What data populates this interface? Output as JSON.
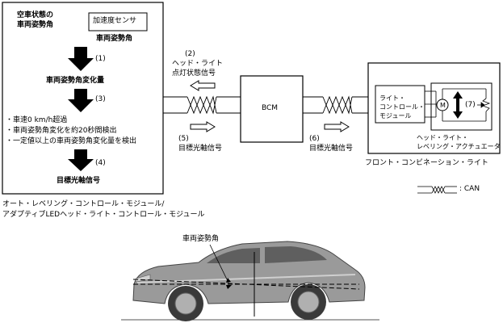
{
  "module": {
    "empty_angle_line1": "空車状態の",
    "empty_angle_line2": "車両姿勢角",
    "sensor_box": "加速度センサ",
    "sensor_caption": "車両姿勢角",
    "step1": "(1)",
    "change_amount": "車両姿勢角変化量",
    "step3": "(3)",
    "cond1": "・車速0 km/h超過",
    "cond2": "・車両姿勢角変化を約20秒間検出",
    "cond3": "・一定値以上の車両姿勢角変化量を検出",
    "step4": "(4)",
    "target_signal": "目標光軸信号",
    "name_line1": "オート・レベリング・コントロール・モジュール/",
    "name_line2": "アダプティブLEDヘッド・ライト・コントロール・モジュール"
  },
  "signals": {
    "s2_num": "(2)",
    "s2_line1": "ヘッド・ライト",
    "s2_line2": "点灯状態信号",
    "s5_num": "(5)",
    "s5_label": "目標光軸信号",
    "s6_num": "(6)",
    "s6_label": "目標光軸信号"
  },
  "bcm": {
    "label": "BCM"
  },
  "combination": {
    "lcm_line1": "ライト・",
    "lcm_line2": "コントロール・",
    "lcm_line3": "モジュール",
    "motor": "M",
    "step7": "(7)",
    "actuator_line1": "ヘッド・ライト・",
    "actuator_line2": "レベリング・アクチュエータ",
    "name": "フロント・コンビネーション・ライト"
  },
  "legend": {
    "can": ": CAN"
  },
  "car": {
    "angle_label": "車両姿勢角"
  }
}
